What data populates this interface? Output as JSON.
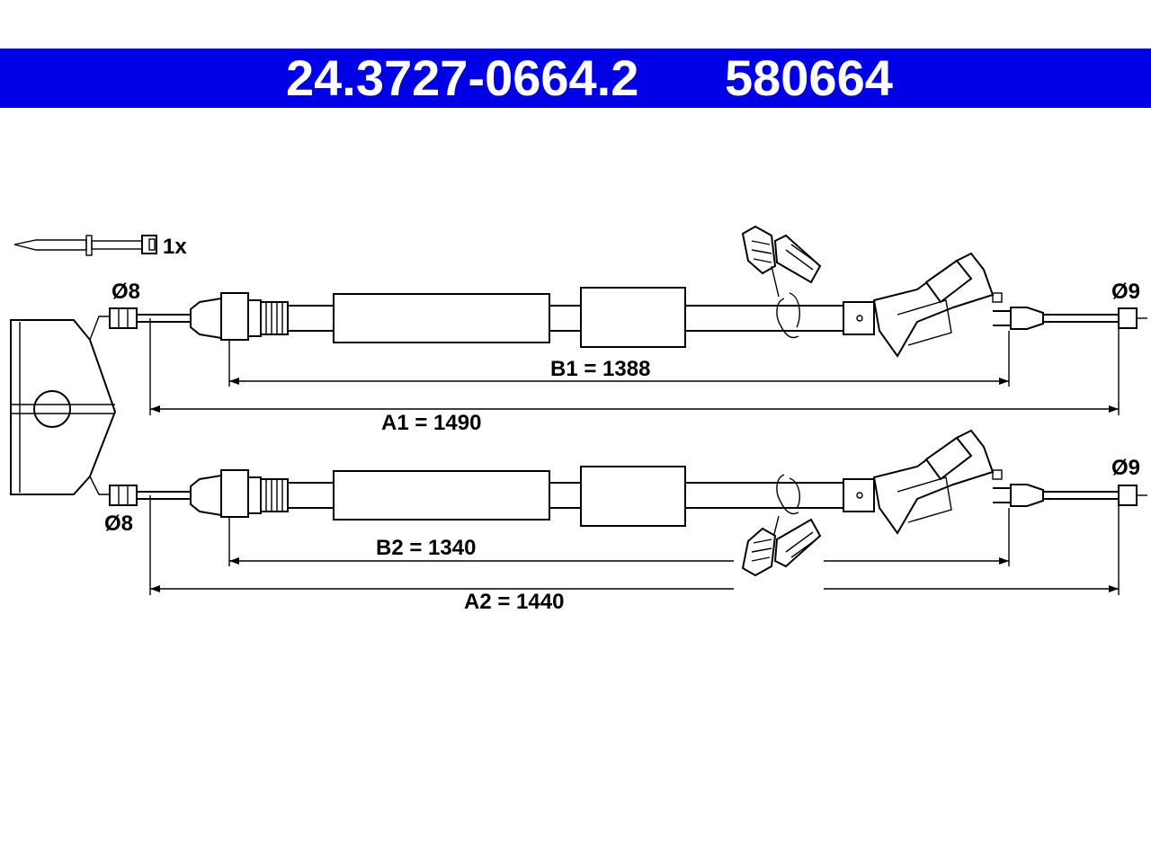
{
  "header": {
    "part_number": "24.3727-0664.2",
    "ref_number": "580664"
  },
  "accessory": {
    "quantity_label": "1x"
  },
  "cable_upper": {
    "left_diameter": "Ø8",
    "right_diameter": "Ø9",
    "b_label": "B1 = 1388",
    "a_label": "A1 = 1490"
  },
  "cable_lower": {
    "left_diameter": "Ø8",
    "right_diameter": "Ø9",
    "b_label": "B2 = 1340",
    "a_label": "A2 = 1440"
  },
  "colors": {
    "header_bg": "#0000e6",
    "header_text": "#ffffff",
    "line": "#000000"
  }
}
